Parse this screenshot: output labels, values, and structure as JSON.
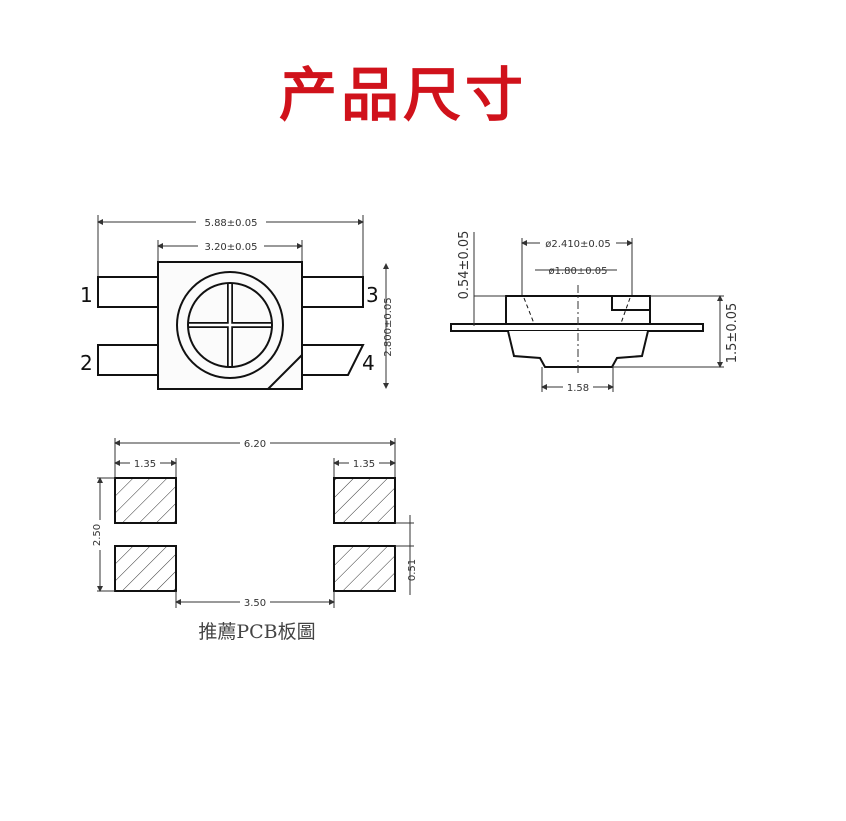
{
  "title": "产品尺寸",
  "top_view": {
    "dims": {
      "overall_width": "5.88±0.05",
      "body_width": "3.20±0.05",
      "height": "2.800±0.05"
    },
    "pins": [
      "1",
      "2",
      "3",
      "4"
    ]
  },
  "side_view": {
    "dims": {
      "outer_diameter": "ø2.410±0.05",
      "inner_diameter": "ø1.80±0.05",
      "lens_height": "0.54±0.05",
      "total_height": "1.5±0.05",
      "bottom_width": "1.58"
    }
  },
  "pcb_view": {
    "dims": {
      "overall_width": "6.20",
      "pad_left_width": "1.35",
      "pad_right_width": "1.35",
      "total_height": "2.50",
      "gap": "0.51",
      "inner_spacing": "3.50"
    },
    "caption": "推薦PCB板圖"
  },
  "colors": {
    "title": "#d0121b",
    "lines": "#111111"
  }
}
